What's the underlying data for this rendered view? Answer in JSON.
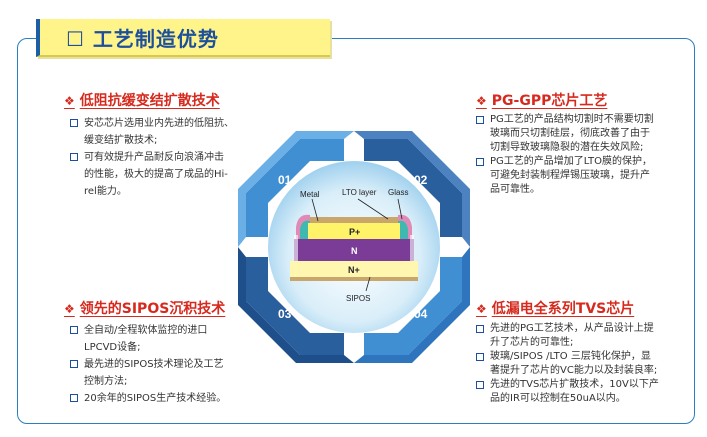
{
  "title": "☐ 工艺制造优势",
  "sections": {
    "tl": {
      "title": "低阻抗缓变结扩散技术",
      "items": [
        [
          "安芯芯片选用业内先进的低阻抗、",
          "缓变结扩散技术;"
        ],
        [
          "可有效提升产品耐反向浪涌冲击",
          "的性能，极大的提高了成品的Hi-",
          "rel能力。"
        ]
      ]
    },
    "tr": {
      "title": "PG-GPP芯片工艺",
      "items": [
        [
          " PG工艺的产品结构切割时不需要切割",
          "玻璃而只切割硅层，彻底改善了由于",
          "切割导致玻璃隐裂的潜在失效风险;"
        ],
        [
          "PG工艺的产品增加了LTO膜的保护，",
          "可避免封装制程焊锡压玻璃，提升产",
          "品可靠性。"
        ]
      ]
    },
    "bl": {
      "title": "领先的SIPOS沉积技术",
      "items": [
        [
          "全自动/全程软体监控的进口",
          "LPCVD设备;"
        ],
        [
          "最先进的SIPOS技术理论及工艺",
          "控制方法;"
        ],
        [
          "20余年的SIPOS生产技术经验。"
        ]
      ]
    },
    "br": {
      "title": "低漏电全系列TVS芯片",
      "items": [
        [
          "先进的PG工艺技术，从产品设计上提",
          "升了芯片的可靠性;"
        ],
        [
          "玻璃/SIPOS /LTO 三层钝化保护，显",
          "著提升了芯片的VC能力以及封装良率;"
        ],
        [
          "先进的TVS芯片扩散技术，10V以下产",
          "品的IR可以控制在50uA以内。"
        ]
      ]
    }
  },
  "diagram": {
    "numbers": [
      "01",
      "02",
      "03",
      "04"
    ],
    "labels": {
      "metal": "Metal",
      "lto": "LTO layer",
      "glass": "Glass",
      "p": "P+",
      "n": "N",
      "np": "N+",
      "sipos": "SIPOS"
    }
  },
  "colors": {
    "accent_blue": "#1d4f9c",
    "title_red": "#d62a1e",
    "title_bg": "#fff48a",
    "arrow_light": "#3f8fd2",
    "arrow_dark": "#2a5f9e"
  }
}
